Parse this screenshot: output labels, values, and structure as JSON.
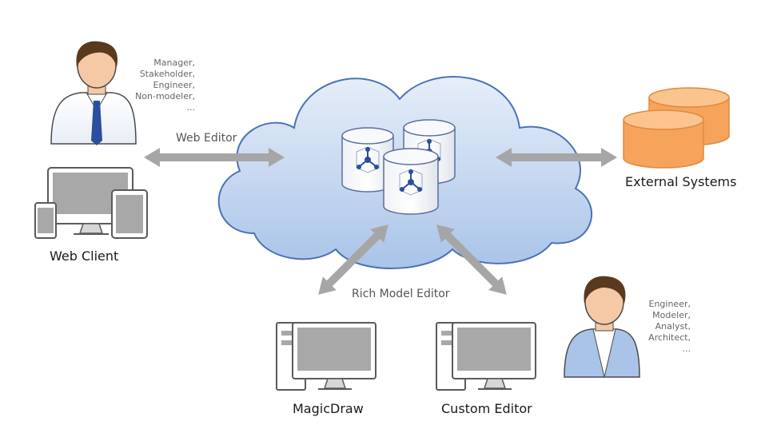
{
  "colors": {
    "cloud_fill": "#bdd3ee",
    "cloud_stroke": "#4a72b8",
    "arrow": "#a6a6a6",
    "external_systems": "#f6a35c",
    "device_screen": "#a8a8a8",
    "device_frame": "#5a5a5a",
    "hub_node": "#2b4f9e"
  },
  "nodes": {
    "web_client": "Web Client",
    "external_systems": "External Systems",
    "magicdraw": "MagicDraw",
    "custom_editor": "Custom Editor"
  },
  "edges": {
    "web_editor": "Web Editor",
    "rich_model_editor": "Rich Model Editor"
  },
  "roles": {
    "left": [
      "Manager,",
      "Stakeholder,",
      "Engineer,",
      "Non-modeler,",
      "..."
    ],
    "right": [
      "Engineer,",
      "Modeler,",
      "Analyst,",
      "Architect,",
      "..."
    ]
  },
  "icons": [
    "person-icon",
    "desktop-icon",
    "tablet-icon",
    "phone-icon",
    "database-icon",
    "workstation-icon",
    "cloud-icon"
  ]
}
